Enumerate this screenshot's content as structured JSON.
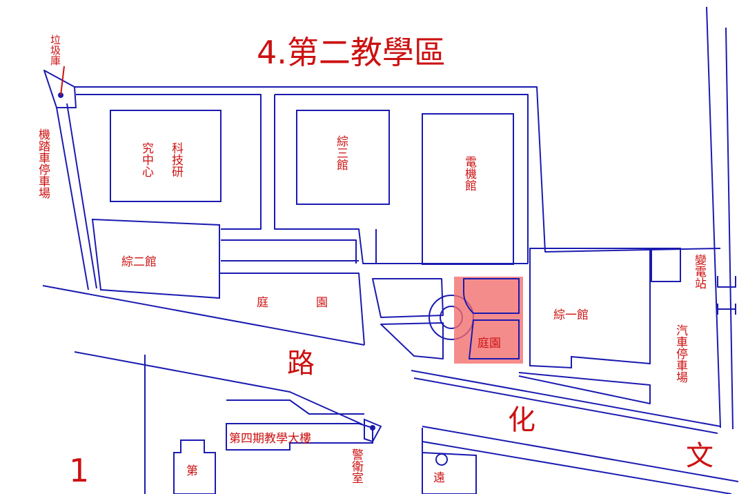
{
  "title": "4.第二教學區",
  "side_number": "1",
  "labels": {
    "garbage": "垃圾庫",
    "moto_parking": "機踏車停車場",
    "tech_center_right": "科技研",
    "tech_center_left": "究中心",
    "zong3": "綜三館",
    "dianji": "電機館",
    "zong2": "綜二館",
    "garden_left_1": "庭",
    "garden_left_2": "園",
    "garden_highlight": "庭園",
    "zong1": "綜一館",
    "substation": "變電站",
    "car_parking": "汽車停車場",
    "fourth_building": "第四期教學大樓",
    "guard": "警衛室",
    "di_partial": "第",
    "right_partial": "遠"
  },
  "roads": {
    "lu": "路",
    "hua": "化",
    "wen": "文"
  },
  "colors": {
    "outline": "#1a1ab0",
    "label": "#cc1111",
    "highlight": "#f26b6b"
  }
}
